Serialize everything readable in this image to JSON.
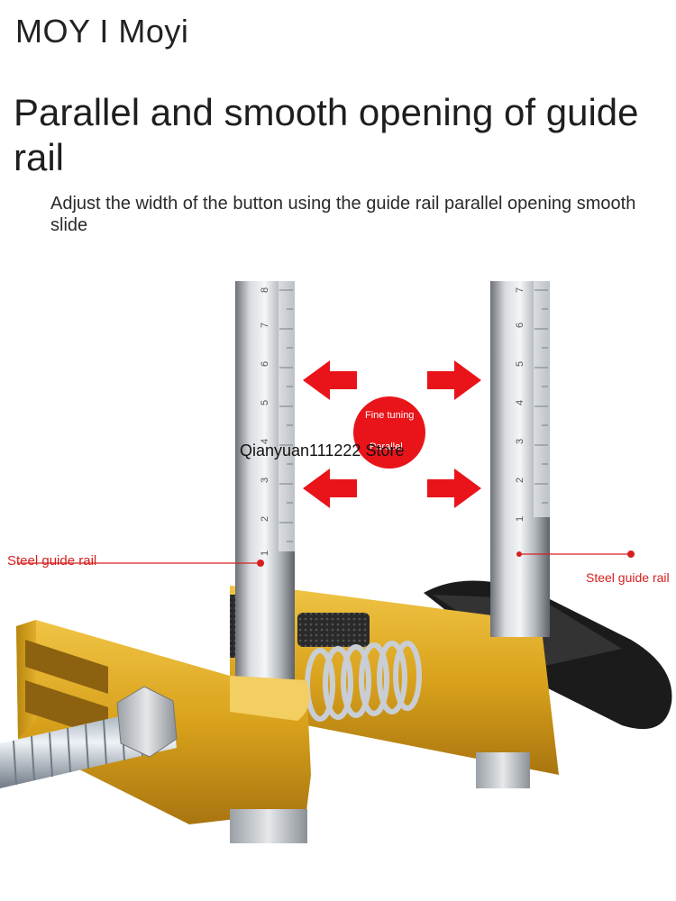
{
  "brand": "MOY I Moyi",
  "headline": "Parallel and smooth opening of guide rail",
  "subline": "Adjust the width of the button using the guide rail parallel opening smooth slide",
  "callouts": {
    "left_label": "Steel guide rail",
    "right_label": "Steel guide rail",
    "center_badge_line1": "Fine tuning",
    "center_badge_line2": "Parallel"
  },
  "watermark": "Qianyuan111222 Store",
  "scale_left": [
    "8",
    "7",
    "6",
    "5",
    "4",
    "3",
    "2",
    "1"
  ],
  "scale_right": [
    "7",
    "6",
    "5",
    "4",
    "3",
    "2",
    "1"
  ],
  "colors": {
    "accent_red": "#e8141a",
    "callout_red": "#d62020",
    "block_gold": "#d9a21c",
    "rail_steel": "#b9bec4",
    "text_dark": "#1e1e1e"
  },
  "icons": [
    "arrow-left-icon",
    "arrow-right-icon",
    "callout-dot-icon"
  ]
}
